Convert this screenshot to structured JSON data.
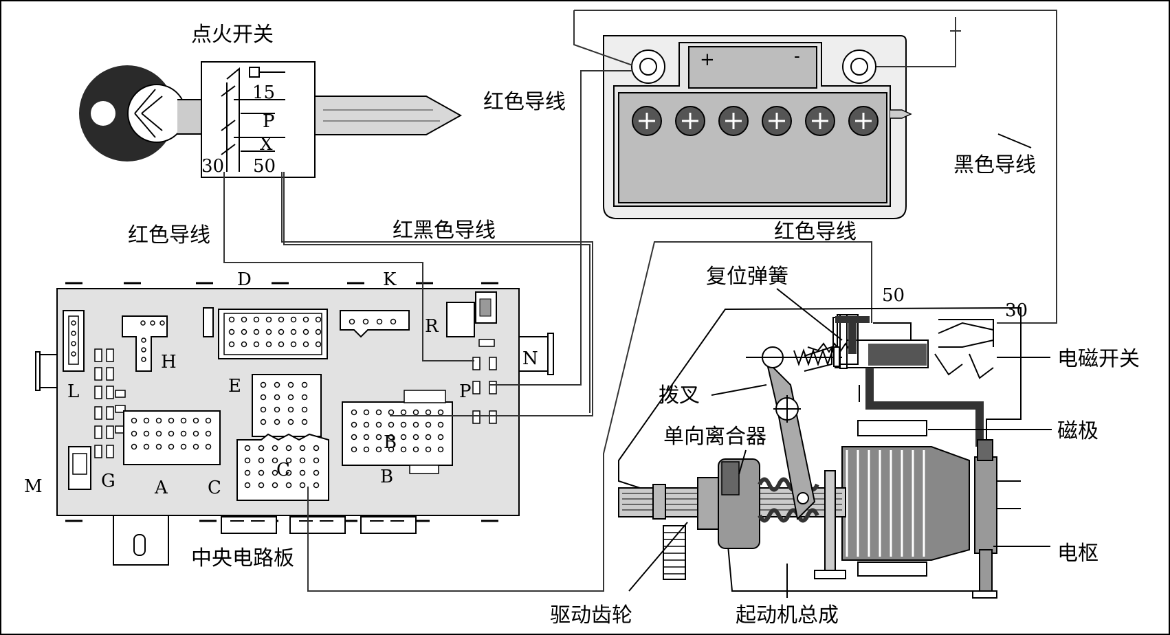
{
  "labels": {
    "ignition_switch": "点火开关",
    "red_wire_top": "红色导线",
    "red_wire_left": "红色导线",
    "red_black_wire": "红黑色导线",
    "red_wire_right": "红色导线",
    "black_wire": "黑色导线",
    "reset_spring": "复位弹簧",
    "solenoid_switch": "电磁开关",
    "shift_fork": "拨叉",
    "one_way_clutch": "单向离合器",
    "magnetic_pole": "磁极",
    "armature": "电枢",
    "drive_gear": "驱动齿轮",
    "starter_assembly": "起动机总成",
    "central_board": "中央电路板"
  },
  "switch_terminals": {
    "t15": "15",
    "tP": "P",
    "tX": "X",
    "t30": "30",
    "t50": "50"
  },
  "battery": {
    "plus": "+",
    "minus": "-"
  },
  "starter_terminals": {
    "t50": "50",
    "t30": "30"
  },
  "board_letters": {
    "D": "D",
    "K": "K",
    "R": "R",
    "N": "N",
    "H": "H",
    "E": "E",
    "P": "P",
    "L": "L",
    "M": "M",
    "G": "G",
    "A": "A",
    "C1": "C",
    "C2": "C",
    "B1": "B",
    "B2": "B"
  }
}
